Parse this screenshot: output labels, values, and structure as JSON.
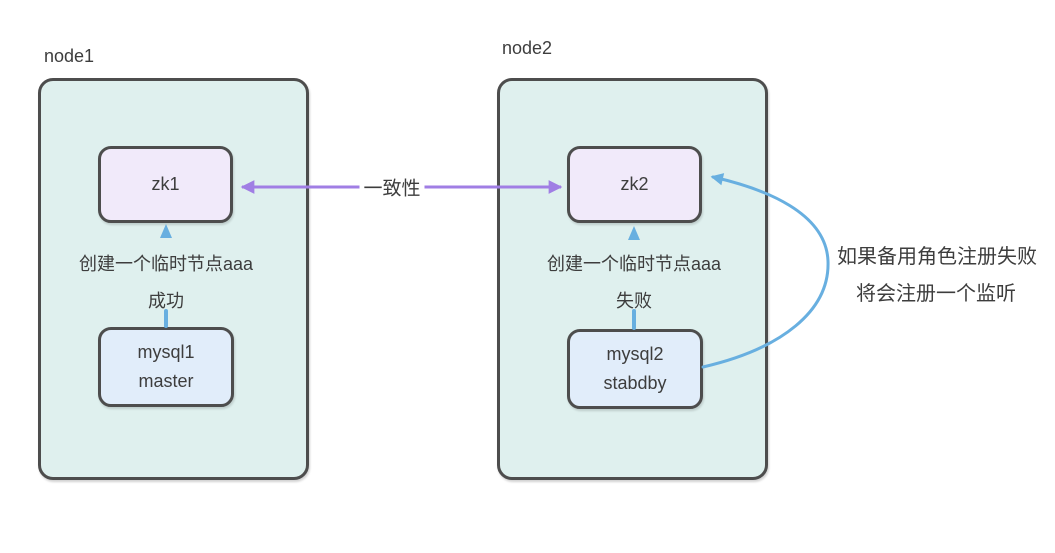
{
  "diagram": {
    "colors": {
      "canvas_bg": "#ffffff",
      "container_fill": "#dff0ee",
      "container_border": "#4d4d4d",
      "zk_fill": "#f1eafa",
      "mysql_fill": "#e1edfa",
      "box_border": "#4d4d4d",
      "text": "#3d3d3d",
      "purple_arrow": "#a07ee4",
      "blue_arrow": "#68afe0"
    },
    "node1": {
      "label": "node1",
      "zk_label": "zk1",
      "step_text": "创建一个临时节点aaa",
      "result_text": "成功",
      "mysql_line1": "mysql1",
      "mysql_line2": "master"
    },
    "node2": {
      "label": "node2",
      "zk_label": "zk2",
      "step_text": "创建一个临时节点aaa",
      "result_text": "失败",
      "mysql_line1": "mysql2",
      "mysql_line2": "stabdby"
    },
    "consistency_label": "一致性",
    "annotation": {
      "line1": "如果备用角色注册失败",
      "line2": "将会注册一个监听"
    }
  }
}
